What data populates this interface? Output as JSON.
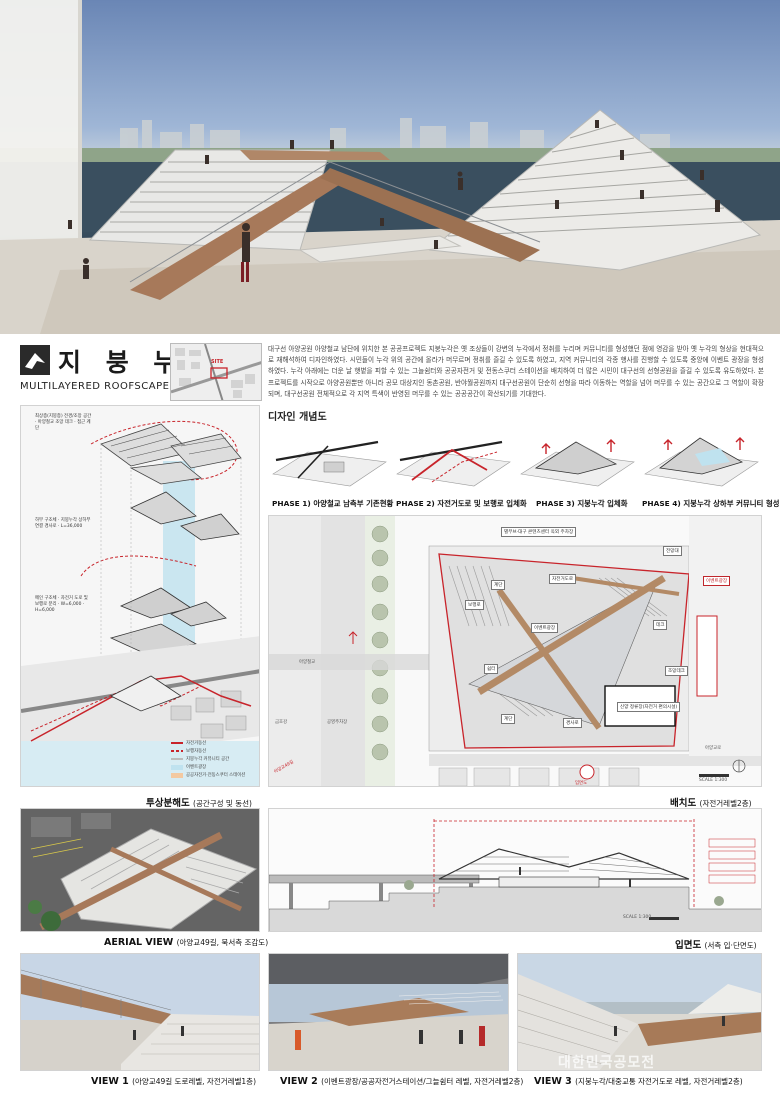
{
  "header": {
    "title_ko": "지 붕 누 각",
    "title_en": "MULTILAYERED ROOFSCAPE PAVILION",
    "description": "대구선 아양공원 아양철교 남단에 위치한 본 공공프로젝트 지붕누각은 옛 조상들이 강변의 누각에서 정취를 누리며 커뮤니티를 형성했던 점에 영감을 받아 옛 누각의 형상을 현대적으로 재해석하여 디자인하였다. 시민들이 누각 위의 공간에 올라가 머무르며 정취를 즐길 수 있도록 하였고, 지역 커뮤니티의 각종 행사를 진행할 수 있도록 중앙에 이벤트 광장을 형성하였다. 누각 아래에는 더운 날 햇볕을 피할 수 있는 그늘쉼터와 공공자전거 및 전동스쿠터 스테이션을 배치하여 더 많은 시민이 대구선의 선형공원을 즐길 수 있도록 유도하였다. 본 프로젝트를 시작으로 아양공원뿐만 아니라 공모 대상지인 동촌공원, 반야월공원까지 대구선공원이 단순히 선형을 따라 이동하는 역할을 넘어 머무를 수 있는 공간으로 그 역할이 확장되며, 대구선공원 전체적으로 각 지역 특색이 반영된 머무를 수 있는 공공공간이 확산되기를 기대한다."
  },
  "location_map": {
    "label": "SITE"
  },
  "concept": {
    "title": "디자인 개념도",
    "phases": [
      {
        "label": "PHASE 1) 아양철교 남측부 기존현황"
      },
      {
        "label": "PHASE 2) 자전거도로 및 보행로 입체화"
      },
      {
        "label": "PHASE 3) 지붕누각 입체화"
      },
      {
        "label": "PHASE 4) 지붕누각 상하부 커뮤니티 형성"
      }
    ]
  },
  "exploded": {
    "caption": "투상분해도",
    "caption_sub": "(공간구성 및 동선)",
    "notes": [
      "최상층(지붕층) 전경/조망 공간 · 아양철교 조망 데크 · 접근 계단",
      "하부 구조체 · 지붕누각 상하부 연결 경사로 · L=36,000",
      "메인 구조체 · 자전거 도로 및 보행로 분리 · W=6,000 · H=6,000"
    ],
    "legend": [
      "자전거동선",
      "보행자동선",
      "지붕누각 커뮤니티 공간",
      "이벤트광장",
      "공공자전거·전동스쿠터 스테이션"
    ]
  },
  "siteplan": {
    "caption": "배치도",
    "caption_sub": "(자전거레벨2층)",
    "labels": {
      "top": "별무브·대구 콘텐츠센터 옥외 주차장",
      "event_plaza": "이벤트광장",
      "shelter": "신양 정류장(자전거 편의시설)",
      "bridge": "아양철교",
      "road": "아양교로",
      "parking": "공영주차장",
      "river": "금호강",
      "entrance": "입면도",
      "scale": "SCALE 1:300",
      "view": "아양교49길"
    },
    "tags": [
      "자전거도로",
      "보행로",
      "계단",
      "데크",
      "계단",
      "경사로",
      "이벤트광장",
      "조망데크",
      "쉼터",
      "전망대"
    ]
  },
  "aerial": {
    "caption": "AERIAL VIEW",
    "caption_sub": "(아양교49길, 북서측 조감도)"
  },
  "elevation": {
    "caption": "입면도",
    "caption_sub": "(서측 입·단면도)",
    "scale": "SCALE 1:300"
  },
  "views": [
    {
      "caption": "VIEW 1",
      "caption_sub": "(아양교49길 도로레벨, 자전거레벨1층)"
    },
    {
      "caption": "VIEW 2",
      "caption_sub": "(이벤트광장/공공자전거스테이션/그늘쉼터 레벨, 자전거레벨2층)"
    },
    {
      "caption": "VIEW 3",
      "caption_sub": "(지붕누각/대중교통 자전거도로 레벨, 자전거레벨2층)"
    }
  ],
  "watermark": "대한민국공모전",
  "colors": {
    "accent_red": "#c8242b",
    "wood": "#a07a5a",
    "steel": "#9aa3aa"
  }
}
